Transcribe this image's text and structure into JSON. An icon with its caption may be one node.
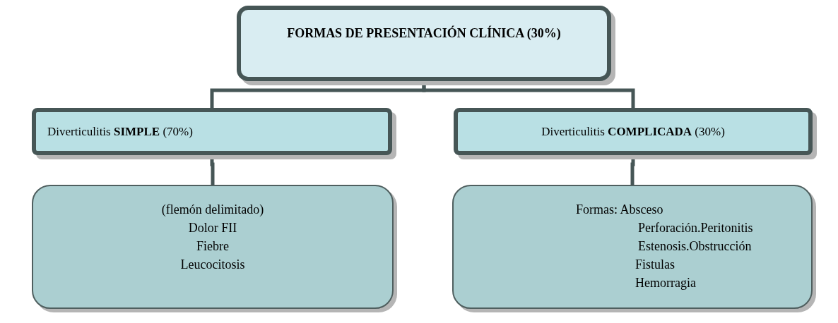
{
  "diagram": {
    "nodes": [
      {
        "text": [
          "FORMAS DE PRESENTACIÓN CLÍNICA (30%)"
        ]
      },
      {
        "text": [
          "Diverticulitis **SIMPLE** (70%)"
        ]
      },
      {
        "text": [
          "Diverticulitis **COMPLICADA** (30%)"
        ]
      },
      {
        "text": [
          "(flemón delimitado)",
          "Dolor FII",
          "Fiebre",
          "Leucocitosis"
        ]
      },
      {
        "text": [
          "Formas: Absceso",
          "Perforación.Peritonitis",
          "Estenosis.Obstrucción",
          "Fistulas",
          "Hemorragia"
        ]
      }
    ],
    "edges": [
      {
        "from": 0,
        "to": 1,
        "arrow": "none"
      },
      {
        "from": 0,
        "to": 2,
        "arrow": "none"
      },
      {
        "from": 1,
        "to": 3,
        "arrow": "none"
      },
      {
        "from": 2,
        "to": 4,
        "arrow": "none"
      }
    ]
  }
}
